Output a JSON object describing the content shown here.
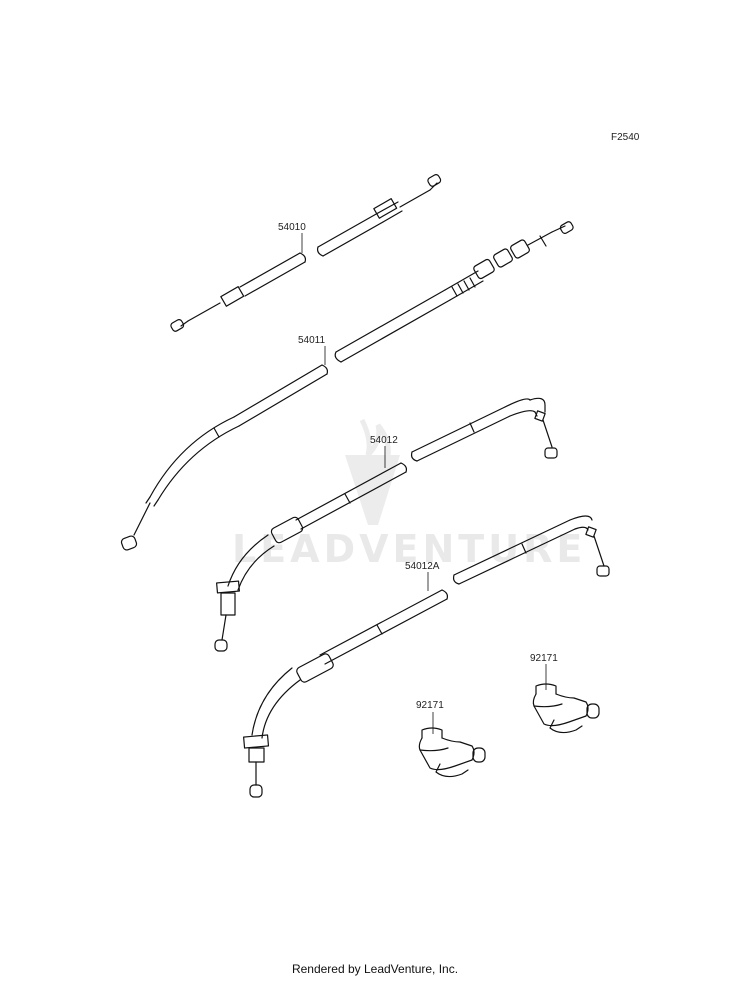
{
  "figure_code": "F2540",
  "watermark": "LEADVENTURE",
  "footer": "Rendered by LeadVenture, Inc.",
  "parts": [
    {
      "number": "54010"
    },
    {
      "number": "54011"
    },
    {
      "number": "54012"
    },
    {
      "number": "54012A"
    },
    {
      "number": "92171"
    },
    {
      "number": "92171"
    }
  ]
}
